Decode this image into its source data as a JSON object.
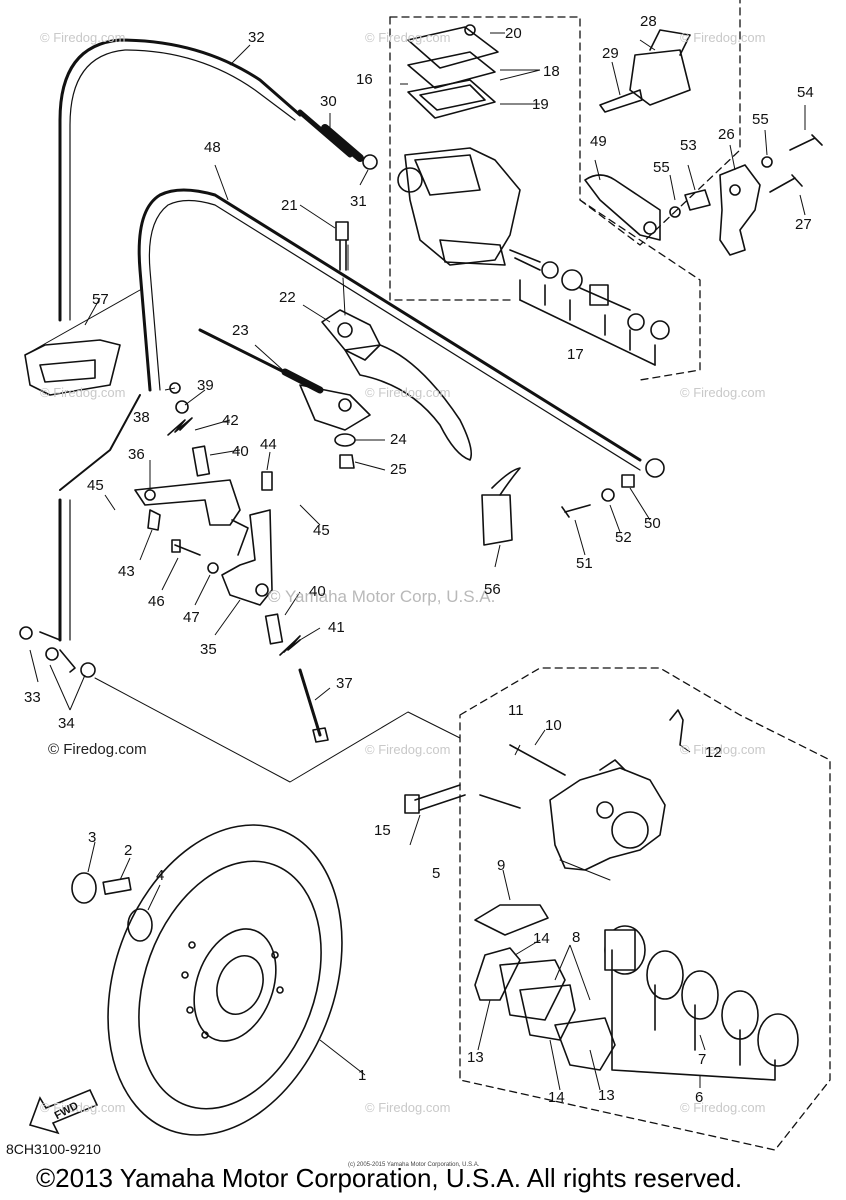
{
  "labels": {
    "p1": "1",
    "p2": "2",
    "p3": "3",
    "p4": "4",
    "p5": "5",
    "p6": "6",
    "p7": "7",
    "p8": "8",
    "p9": "9",
    "p10": "10",
    "p11": "11",
    "p12": "12",
    "p13a": "13",
    "p13b": "13",
    "p14a": "14",
    "p14b": "14",
    "p15": "15",
    "p16": "16",
    "p17": "17",
    "p18": "18",
    "p19": "19",
    "p20": "20",
    "p21": "21",
    "p22": "22",
    "p23": "23",
    "p24": "24",
    "p25": "25",
    "p26": "26",
    "p27": "27",
    "p28": "28",
    "p29": "29",
    "p30": "30",
    "p31": "31",
    "p32": "32",
    "p33": "33",
    "p34": "34",
    "p35": "35",
    "p36": "36",
    "p37": "37",
    "p38": "38",
    "p39": "39",
    "p40a": "40",
    "p40b": "40",
    "p41": "41",
    "p42": "42",
    "p43": "43",
    "p44": "44",
    "p45a": "45",
    "p45b": "45",
    "p46": "46",
    "p47": "47",
    "p48": "48",
    "p49": "49",
    "p50": "50",
    "p51": "51",
    "p52": "52",
    "p53": "53",
    "p54": "54",
    "p55a": "55",
    "p55b": "55",
    "p56": "56",
    "p57": "57"
  },
  "watermarks": {
    "firedog": "© Firedog.com",
    "yamaha_mid": "© Yamaha Motor Corp, U.S.A.",
    "firedog_dark": "© Firedog.com"
  },
  "diagram_code": "8CH3100-9210",
  "fwd_label": "FWD",
  "tiny_copyright": "(c) 2005-2015 Yamaha Motor Corporation, U.S.A.",
  "footer_copyright": "©2013 Yamaha Motor Corporation, U.S.A. All rights reserved.",
  "colors": {
    "ink": "#111111",
    "watermark": "#c9c9c9"
  }
}
